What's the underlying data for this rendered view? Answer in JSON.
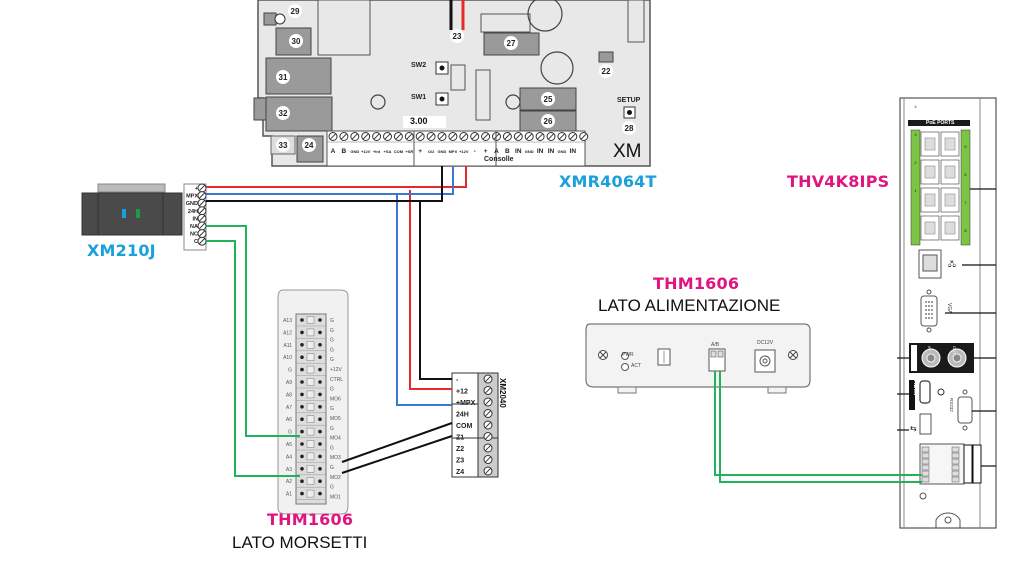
{
  "colors": {
    "wire_red": "#e32b2b",
    "wire_blue": "#3a78d0",
    "wire_black": "#111111",
    "wire_green": "#22b25a",
    "brand_blue": "#1aa0dc",
    "brand_pink": "#e0157f",
    "poe_green": "#7cc443",
    "board_grey": "#e6e6e6",
    "component_grey": "#9a9a9a"
  },
  "devices": {
    "xmr4064t": {
      "name": "XMR4064T",
      "board_mark": "XM",
      "version": "3.00",
      "callouts": [
        "29",
        "30",
        "31",
        "32",
        "33",
        "24",
        "23",
        "27",
        "22",
        "25",
        "26",
        "28"
      ],
      "switches": [
        "SW2",
        "SW1"
      ],
      "setup_label": "SETUP",
      "terminals_group1": [
        "A",
        "B",
        "GND",
        "+12V AUX",
        "+Int O/C",
        "+SA",
        "COM",
        "+SR"
      ],
      "terminals_group2": [
        "+ OUT O/1",
        "O/2",
        "GND",
        "MPX",
        "+12V EXT",
        "-",
        "+",
        "A",
        "B"
      ],
      "console_label": "Consolle",
      "terminals_group3": [
        "IN 0/0",
        "GND",
        "IN 0/0",
        "IN 0/1",
        "GND",
        "IN 0/2"
      ]
    },
    "xm210j": {
      "name": "XM210J",
      "terminals": [
        "+",
        "MPX",
        "GND",
        "24H",
        "IN",
        "NA",
        "NC",
        "C"
      ]
    },
    "xm2040": {
      "name": "XM2040",
      "terminals": [
        "-",
        "+12",
        "+MPX",
        "24H",
        "COM",
        "Z1",
        "Z2",
        "Z3",
        "Z4"
      ]
    },
    "thm1606_terminals": {
      "name": "THM1606",
      "caption": "LATO MORSETTI",
      "left_pins": [
        "A13",
        "A12",
        "A11",
        "A10",
        "G",
        "A9",
        "A8",
        "A7",
        "A6",
        "G",
        "A5",
        "A4",
        "A3",
        "A2",
        "A1"
      ],
      "right_pins": [
        "G",
        "G",
        "G",
        "G",
        "G",
        "+12V",
        "CTRL",
        "G",
        "MO6",
        "G",
        "MO5",
        "G",
        "MO4",
        "G",
        "MO3",
        "G",
        "MO2",
        "G",
        "MO1"
      ]
    },
    "thm1606_power": {
      "name": "THM1606",
      "caption": "LATO ALIMENTAZIONE",
      "pwr_led": "PWR",
      "act_led": "ACT",
      "ab_label": "A/B",
      "dc_label": "DC12V"
    },
    "thv4k8ips": {
      "name": "THV4K8IPS",
      "poe_header": "PoE PORTS",
      "poe_port_labels": [
        "1",
        "2",
        "3",
        "4",
        "5",
        "6",
        "7",
        "8"
      ],
      "vga_label": "VGA",
      "hdmi_label": "HDMI",
      "rs232_label": "RS232",
      "audio_in_label": "IN",
      "audio_out_label": "OUT"
    }
  }
}
